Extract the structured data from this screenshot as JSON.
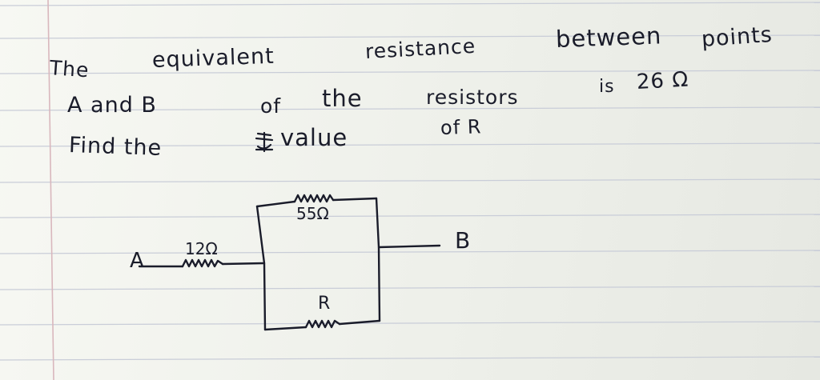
{
  "problem": {
    "line1": {
      "the": "The",
      "equivalent": "equivalent",
      "resistance": "resistance",
      "between": "between",
      "points": "points"
    },
    "line2": {
      "a_and_b": "A and B",
      "of": "of",
      "the": "the",
      "resistors": "resistors",
      "is": "is",
      "value": "26 Ω"
    },
    "line3": {
      "find_the": "Find the",
      "value": "value",
      "of_r": "of R"
    }
  },
  "circuit": {
    "terminal_a": "A",
    "terminal_b": "B",
    "series_resistor": "12Ω",
    "top_resistor": "55Ω",
    "bottom_resistor": "R"
  },
  "colors": {
    "ink": "#1a1c2a",
    "ruling": "#c9cdd8",
    "margin": "#d9b7bd",
    "paper": "#f2f3ee"
  }
}
